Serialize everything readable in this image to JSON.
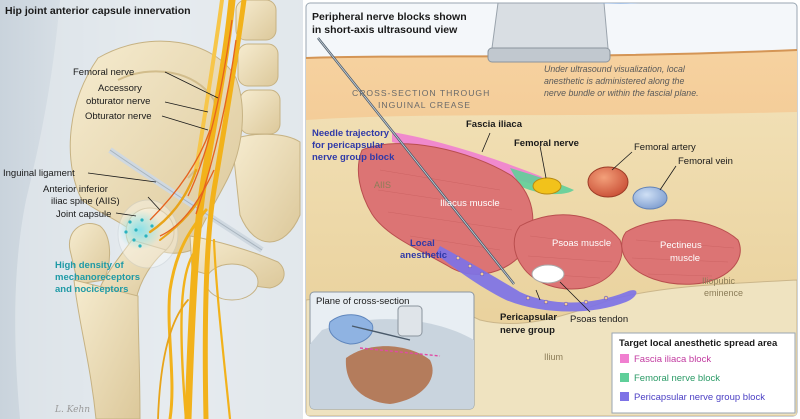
{
  "left_panel": {
    "title": "Hip joint anterior capsule innervation",
    "labels": {
      "femoral_nerve": "Femoral nerve",
      "accessory_1": "Accessory",
      "accessory_2": "obturator nerve",
      "obturator_nerve": "Obturator nerve",
      "inguinal_ligament": "Inguinal ligament",
      "aiis_1": "Anterior inferior",
      "aiis_2": "iliac spine (AIIS)",
      "joint_capsule": "Joint capsule",
      "density_1": "High density of",
      "density_2": "mechanoreceptors",
      "density_3": "and nociceptors"
    },
    "signature": "L. Kehn"
  },
  "right_panel": {
    "title_1": "Peripheral nerve blocks shown",
    "title_2": "in short-axis ultrasound view",
    "note_1": "Under ultrasound visualization, local",
    "note_2": "anesthetic is administered along the",
    "note_3": "nerve bundle or within the fascial plane.",
    "crease_1": "CROSS-SECTION THROUGH",
    "crease_2": "INGUINAL CREASE",
    "needle_1": "Needle trajectory",
    "needle_2": "for pericapsular",
    "needle_3": "nerve group block",
    "labels": {
      "fascia_iliaca": "Fascia iliaca",
      "femoral_nerve": "Femoral nerve",
      "femoral_artery": "Femoral artery",
      "femoral_vein": "Femoral vein",
      "aiis": "AIIS",
      "iliacus": "Iliacus muscle",
      "psoas": "Psoas muscle",
      "pectineus_1": "Pectineus",
      "pectineus_2": "muscle",
      "local_1": "Local",
      "local_2": "anesthetic",
      "iliopubic_1": "Iliopubic",
      "iliopubic_2": "eminence",
      "pericapsular_1": "Pericapsular",
      "pericapsular_2": "nerve group",
      "psoas_tendon": "Psoas tendon",
      "ilium": "Ilium"
    },
    "inset_title": "Plane of cross-section",
    "legend": {
      "title": "Target local anesthetic spread area",
      "items": [
        {
          "label": "Fascia iliaca block",
          "color": "#f07fd0"
        },
        {
          "label": "Femoral nerve block",
          "color": "#5fcf9a"
        },
        {
          "label": "Pericapsular nerve group block",
          "color": "#7d72e6"
        }
      ]
    }
  },
  "colors": {
    "nerve": "#f2b21b",
    "muscle": "#dc7474",
    "bone": "#efe3c0",
    "skin": "#f3c894",
    "accent_blue": "#2f39a8",
    "accent_teal": "#1f9aa6"
  }
}
